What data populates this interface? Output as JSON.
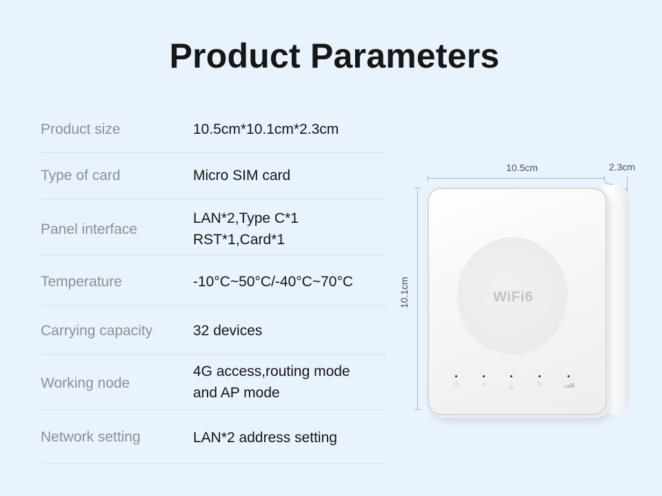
{
  "page": {
    "title": "Product Parameters",
    "background_color": "#e9f3fd"
  },
  "specs": [
    {
      "label": "Product size",
      "value_lines": [
        "10.5cm*10.1cm*2.3cm"
      ]
    },
    {
      "label": "Type of card",
      "value_lines": [
        "Micro SIM card"
      ]
    },
    {
      "label": "Panel interface",
      "value_lines": [
        "LAN*2,Type C*1",
        "RST*1,Card*1"
      ]
    },
    {
      "label": "Temperature",
      "value_lines": [
        "-10°C~50°C/-40°C~70°C"
      ]
    },
    {
      "label": "Carrying capacity",
      "value_lines": [
        "32 devices"
      ]
    },
    {
      "label": "Working node",
      "value_lines": [
        "4G access,routing mode",
        "and AP mode"
      ]
    },
    {
      "label": "Network setting",
      "value_lines": [
        "LAN*2 address setting"
      ]
    }
  ],
  "device": {
    "width_label": "10.5cm",
    "depth_label": "2.3cm",
    "height_label": "10.1cm",
    "logo_text": "WiFi6",
    "led_icons": [
      "power-icon",
      "wifi-icon",
      "lan-icon",
      "refresh-icon",
      "signal-icon"
    ],
    "led_glyphs": [
      "⏻",
      "≈",
      "⏚",
      "↻",
      "▂▄▆"
    ]
  }
}
